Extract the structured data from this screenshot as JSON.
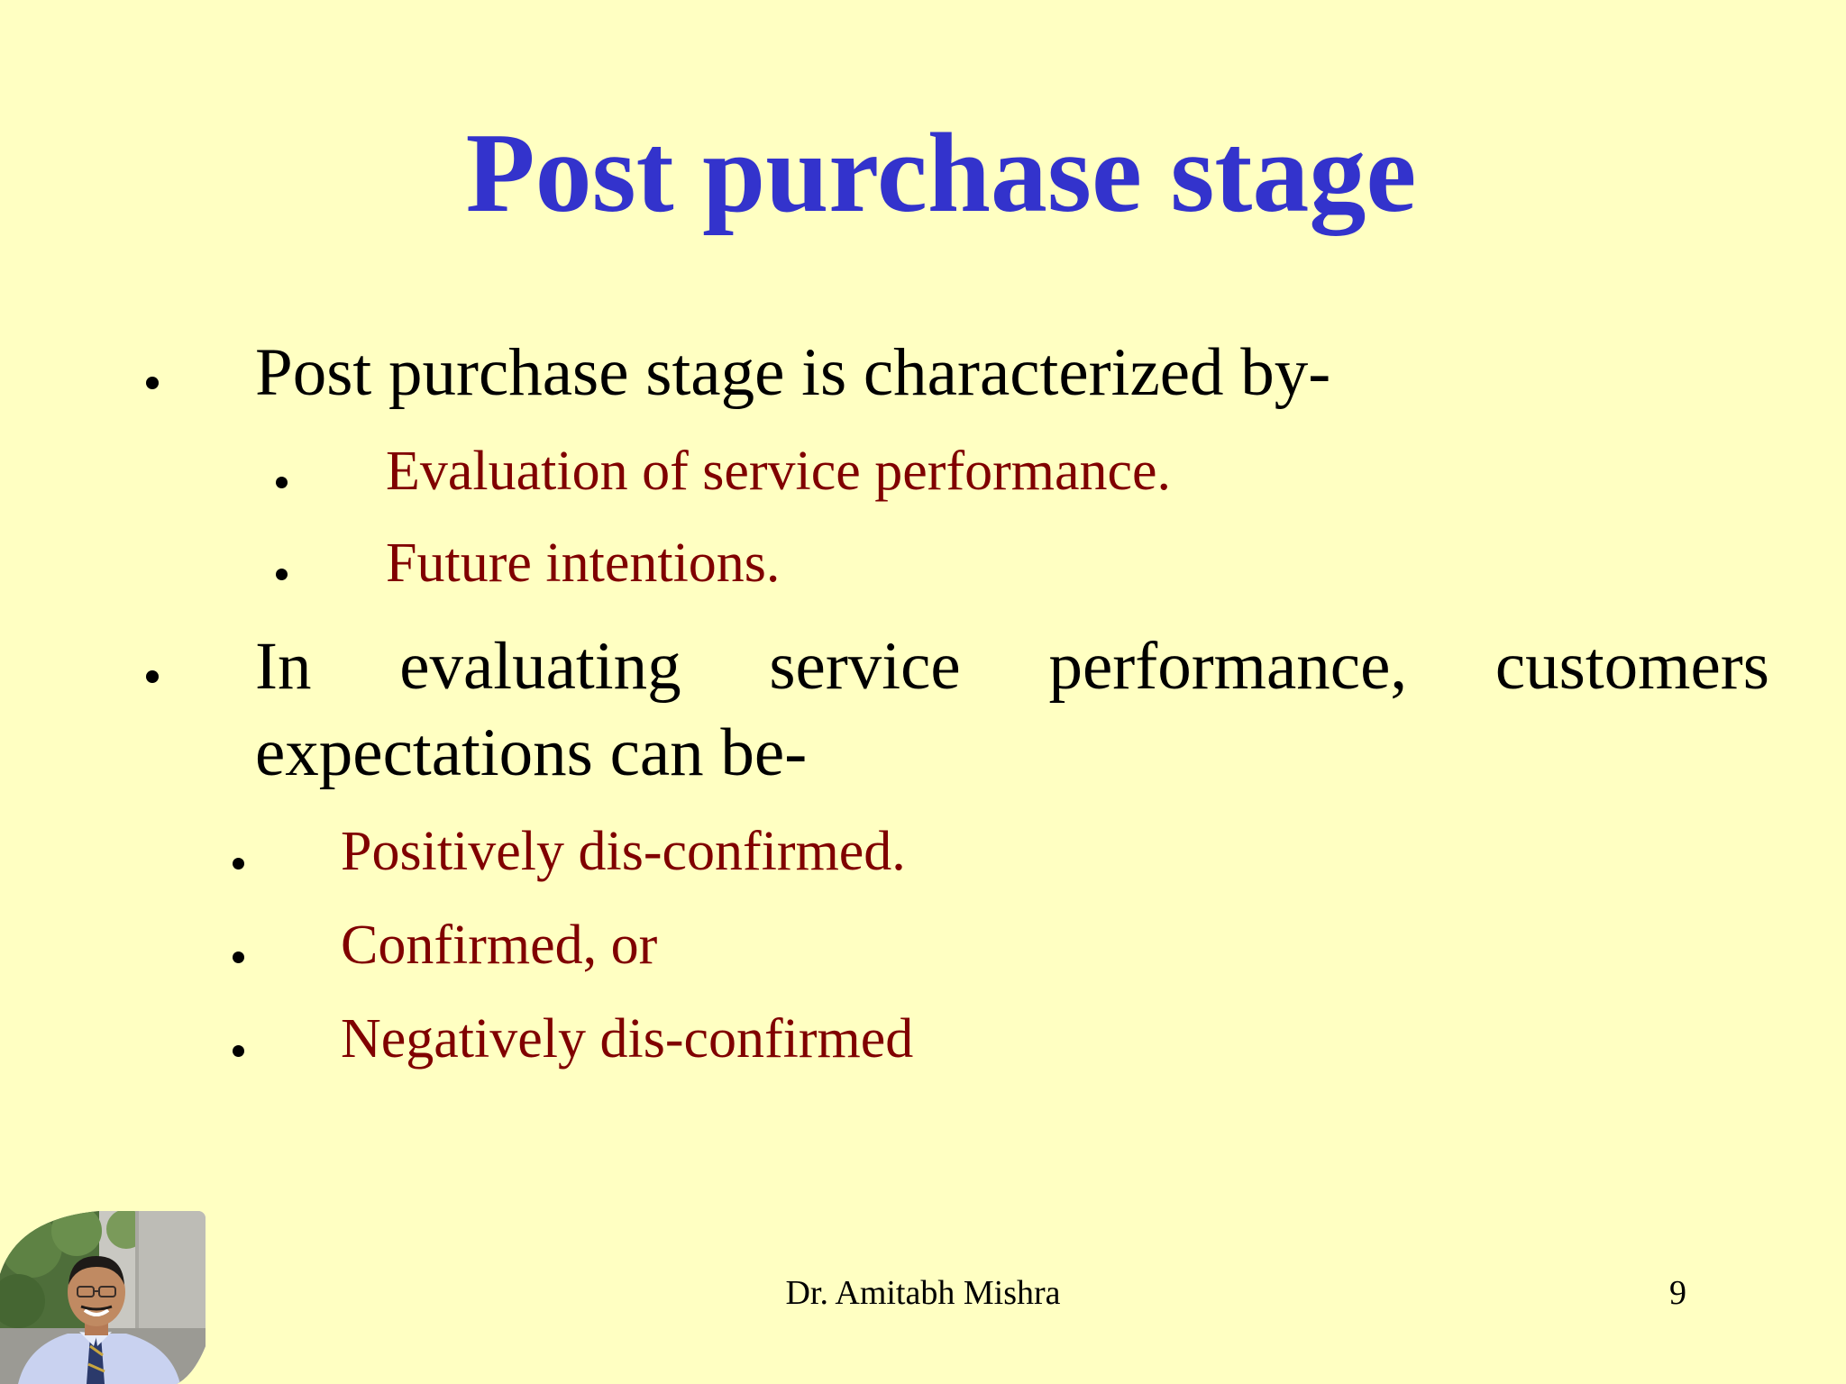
{
  "slide": {
    "title": "Post purchase stage",
    "bullets": [
      {
        "text": "Post purchase stage is characterized by-",
        "sub": [
          "Evaluation of service performance.",
          "Future intentions."
        ]
      },
      {
        "text_words": [
          "In",
          "evaluating",
          "service",
          "performance,",
          "customers"
        ],
        "text_cont": "expectations can be-",
        "sub": [
          "Positively dis-confirmed.",
          "Confirmed, or",
          "Negatively dis-confirmed"
        ]
      }
    ],
    "footer": {
      "author": "Dr. Amitabh Mishra",
      "page_number": "9"
    }
  },
  "colors": {
    "background": "#FFFFC2",
    "title": "#3333CC",
    "main_text": "#000000",
    "sub_text": "#800000"
  },
  "icons": {
    "presenter_photo": "presenter-photo"
  }
}
